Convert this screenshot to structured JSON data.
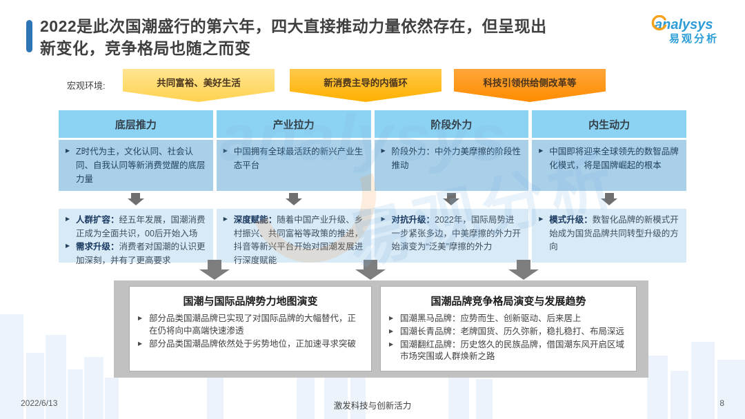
{
  "slide": {
    "title": "2022是此次国潮盛行的第六年，四大直接推动力量依然存在，但呈现出新变化，竞争格局也随之而变",
    "date": "2022/6/13",
    "footer_slogan": "激发科技与创新活力",
    "page_number": "8"
  },
  "logo": {
    "brand": "analysys",
    "brand_cn": "易观分析"
  },
  "macro": {
    "label": "宏观环境:",
    "banners": [
      {
        "text": "共同富裕、美好生活",
        "color": "#FFD966"
      },
      {
        "text": "新消费主导的内循环",
        "color": "#FFC000"
      },
      {
        "text": "科技引领供给侧改革等",
        "color": "#FF9900"
      }
    ]
  },
  "forces": {
    "columns": [
      {
        "header": "底层推力",
        "force_points": [
          {
            "text": "Z时代为主，文化认同、社会认同、自我认同等新消费觉醒的底层力量"
          }
        ],
        "change_points": [
          {
            "label": "人群扩容：",
            "text": "经五年发展，国潮消费正成为全面共识，00后开始入场"
          },
          {
            "label": "需求升级：",
            "text": "消费者对国潮的认识更加深刻，并有了更高要求"
          }
        ]
      },
      {
        "header": "产业拉力",
        "force_points": [
          {
            "text": "中国拥有全球最活跃的新兴产业生态平台"
          }
        ],
        "change_points": [
          {
            "label": "深度赋能：",
            "text": "随着中国产业升级、乡村振兴、共同富裕等政策的推进，抖音等新兴平台开始对国潮发展进行深度赋能"
          }
        ]
      },
      {
        "header": "阶段外力",
        "force_points": [
          {
            "text": "阶段外力：中外力美摩擦的阶段性推动"
          }
        ],
        "change_points": [
          {
            "label": "对抗升级：",
            "text": "2022年，国际局势进一步紧张多边，中美摩擦的外力开始演变为“泛美”摩擦的外力"
          }
        ]
      },
      {
        "header": "内生动力",
        "force_points": [
          {
            "text": "中国即将迎来全球领先的数智品牌化模式，将是国牌崛起的根本"
          }
        ],
        "change_points": [
          {
            "label": "模式升级：",
            "text": "数智化品牌的新模式开始成为国货品牌共同转型升级的方向"
          }
        ]
      }
    ]
  },
  "outcomes": [
    {
      "title": "国潮与国际品牌势力地图演变",
      "bullets": [
        "部分品类国潮品牌已实现了对国际品牌的大幅替代，正在仍将向中高端快速渗透",
        "部分品类国潮品牌依然处于劣势地位，正加速寻求突破"
      ]
    },
    {
      "title": "国潮品牌竞争格局演变与发展趋势",
      "bullets": [
        "国潮黑马品牌：应势而生、创新驱动、后来居上",
        "国潮长青品牌：老牌国货、历久弥新，稳扎稳打、布局深远",
        "国潮翻红品牌：历史悠久的民族品牌，借国潮东风开启区域市场突围或人群焕新之路"
      ]
    }
  ],
  "colors": {
    "accent_bar": "#2E75B6",
    "title_text": "#3F3F3F",
    "table_header_bg": "#8CD2F3",
    "row_force_bg": "#A9CFE9",
    "row_change_bg": "#D9EAF7",
    "label_navy": "#17375E",
    "arrow_gray": "#7D7D7D",
    "panel_gray": "#C1C1C1",
    "logo_blue": "#2B9CD8",
    "logo_orange": "#F5A11C"
  }
}
